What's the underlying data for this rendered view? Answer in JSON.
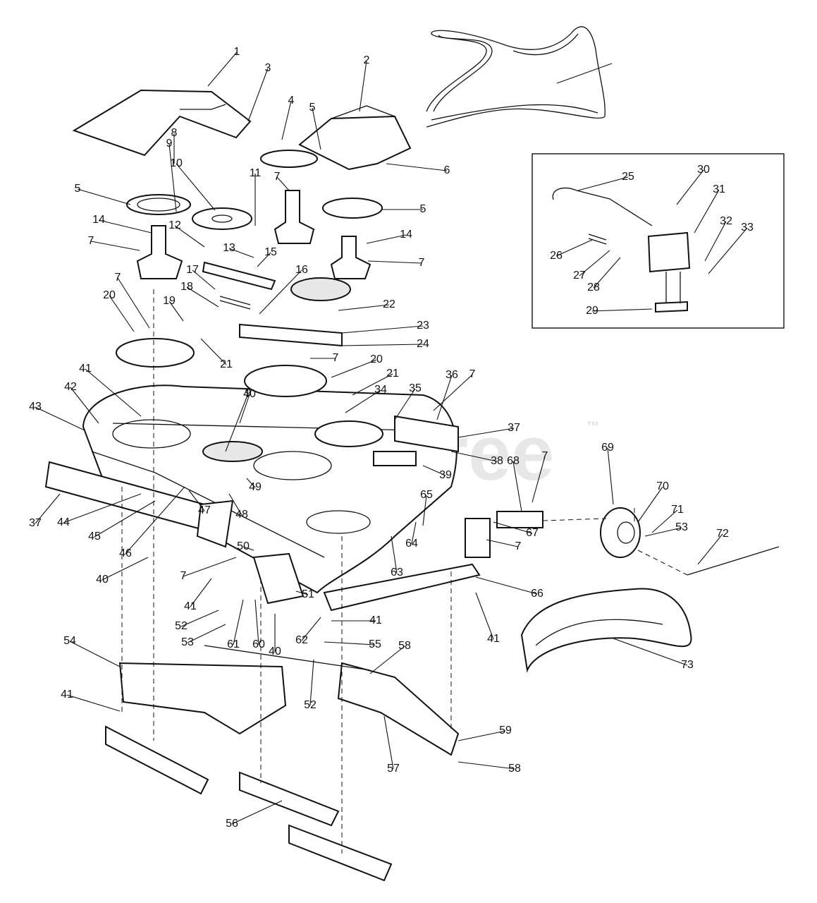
{
  "diagram": {
    "watermark": {
      "brand": "PartsTree",
      "tm": "™"
    },
    "callouts": [
      "1",
      "2",
      "3",
      "4",
      "5",
      "6",
      "7",
      "8",
      "9",
      "10",
      "11",
      "12",
      "13",
      "14",
      "15",
      "16",
      "17",
      "18",
      "19",
      "20",
      "21",
      "22",
      "23",
      "24",
      "25",
      "26",
      "27",
      "28",
      "29",
      "30",
      "31",
      "32",
      "33",
      "34",
      "35",
      "36",
      "37",
      "38",
      "39",
      "40",
      "41",
      "42",
      "43",
      "44",
      "45",
      "46",
      "47",
      "48",
      "49",
      "50",
      "51",
      "52",
      "53",
      "54",
      "55",
      "56",
      "57",
      "58",
      "59",
      "60",
      "61",
      "62",
      "63",
      "64",
      "65",
      "66",
      "67",
      "68",
      "69",
      "70",
      "71",
      "72",
      "73"
    ]
  }
}
